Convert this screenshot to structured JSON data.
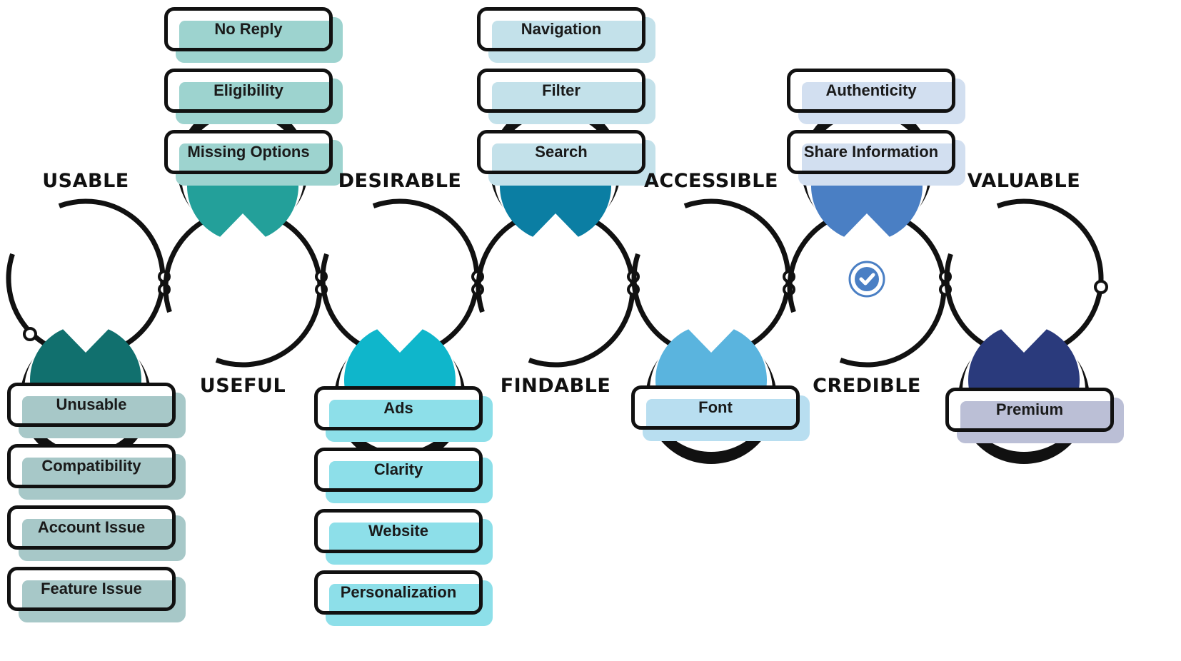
{
  "stages": [
    {
      "key": "usable",
      "heading": "USABLE",
      "color": "#11706e",
      "shadow": "#a7c8c8",
      "icon": "touch-icon",
      "tags": [
        "Unusable",
        "Compatibility",
        "Account Issue",
        "Feature Issue"
      ]
    },
    {
      "key": "useful",
      "heading": "USEFUL",
      "color": "#23a09a",
      "shadow": "#9dd3cf",
      "icon": "thumbs-up-icon",
      "tags": [
        "No Reply",
        "Eligibility",
        "Missing Options"
      ]
    },
    {
      "key": "desirable",
      "heading": "DESIRABLE",
      "color": "#0fb6cb",
      "shadow": "#8ddfe9",
      "icon": "heart-icon",
      "tags": [
        "Ads",
        "Clarity",
        "Website",
        "Personalization"
      ]
    },
    {
      "key": "findable",
      "heading": "FINDABLE",
      "color": "#0b7ea3",
      "shadow": "#c3e1ea",
      "icon": "search-icon",
      "tags": [
        "Navigation",
        "Filter",
        "Search"
      ]
    },
    {
      "key": "accessible",
      "heading": "ACCESSIBLE",
      "color": "#5ab4de",
      "shadow": "#b8def0",
      "icon": "accessibility-icon",
      "tags": [
        "Font"
      ]
    },
    {
      "key": "credible",
      "heading": "CREDIBLE",
      "color": "#4a7fc4",
      "shadow": "#d2dff0",
      "icon": "award-ribbon-icon",
      "tags": [
        "Authenticity",
        "Share Information"
      ]
    },
    {
      "key": "valuable",
      "heading": "VALUABLE",
      "color": "#2a3a7c",
      "shadow": "#bbbfd6",
      "icon": "dollar-icon",
      "tags": [
        "Premium"
      ]
    }
  ]
}
